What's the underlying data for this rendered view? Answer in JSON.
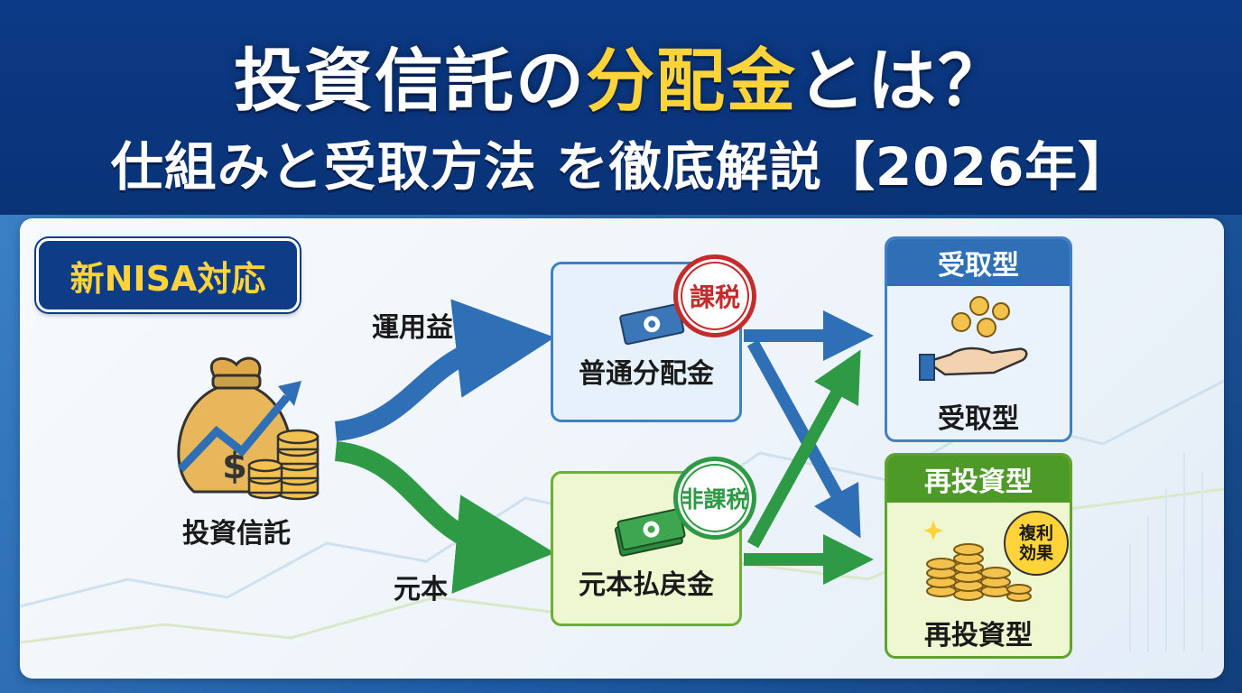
{
  "title": {
    "line1_prefix": "投資信託の",
    "line1_highlight": "分配金",
    "line1_suffix": "とは？",
    "line2": "仕組みと受取方法 を徹底解説【2026年】"
  },
  "badge": "新NISA対応",
  "source": {
    "label": "投資信託",
    "icon": "money-bag-chart-icon"
  },
  "flows": {
    "gain_label": "運用益",
    "principal_label": "元本"
  },
  "distributions": [
    {
      "label": "普通分配金",
      "stamp": "課税",
      "icon": "banknote-icon"
    },
    {
      "label": "元本払戻金",
      "stamp": "非課税",
      "icon": "banknotes-stack-icon"
    }
  ],
  "outcomes": [
    {
      "header": "受取型",
      "label": "受取型",
      "icon": "hand-receiving-coins-icon"
    },
    {
      "header": "再投資型",
      "label": "再投資型",
      "icon": "coin-stacks-icon",
      "bubble": [
        "複利",
        "効果"
      ]
    }
  ],
  "colors": {
    "header_bg": "#0c3a86",
    "highlight": "#ffd43b",
    "blue_arrow": "#2f6fb5",
    "green_arrow": "#2e9a45",
    "tax_red": "#c42b2b"
  }
}
